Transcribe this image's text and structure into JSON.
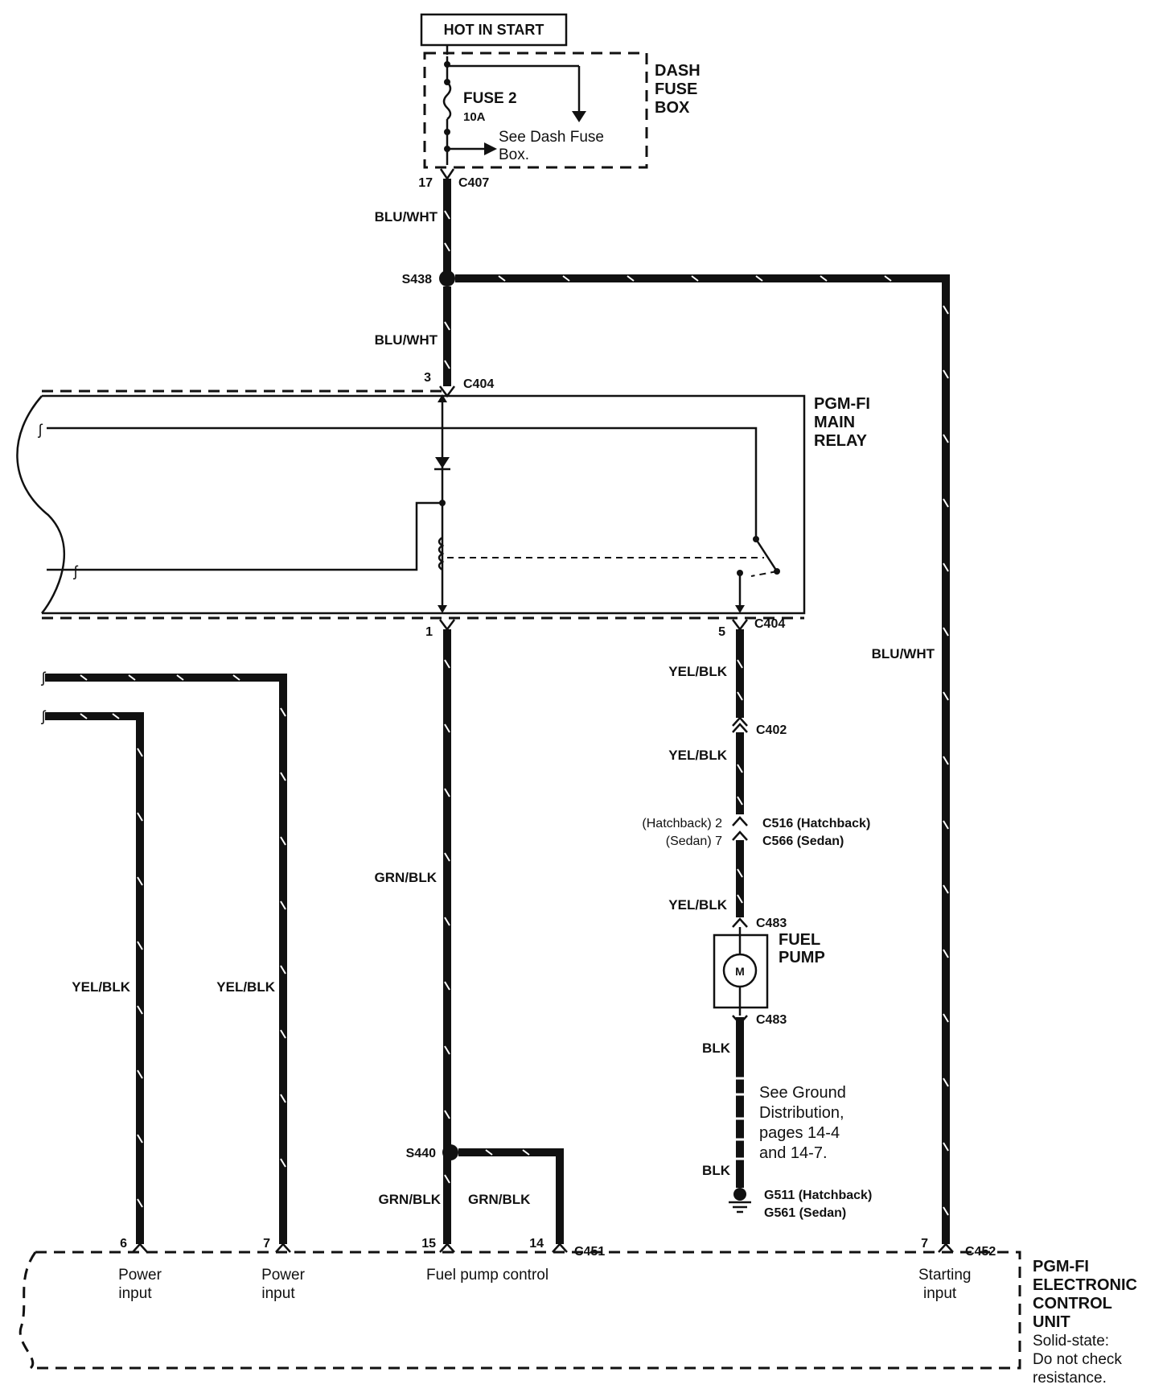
{
  "hot_in_start": "HOT IN START",
  "dash_fuse_box": {
    "line1": "DASH",
    "line2": "FUSE",
    "line3": "BOX"
  },
  "fuse": {
    "name": "FUSE 2",
    "rating": "10A",
    "see_line1": "See Dash Fuse",
    "see_line2": "Box."
  },
  "connectors": {
    "c407": "C407",
    "c407_pin": "17",
    "s438": "S438",
    "c404_top": "C404",
    "c404_top_pin": "3",
    "c404_bl": "1",
    "c404_br": "C404",
    "c404_br_pin": "5",
    "c402": "C402",
    "hatch_pin": "(Hatchback) 2",
    "sedan_pin": "(Sedan) 7",
    "c516": "C516 (Hatchback)",
    "c566": "C566 (Sedan)",
    "c483_top": "C483",
    "c483_bot": "C483",
    "s440": "S440",
    "g511": "G511 (Hatchback)",
    "g561": "G561 (Sedan)",
    "pin6": "6",
    "pin7": "7",
    "pin15": "15",
    "pin14": "14",
    "c451": "C451",
    "pin7b": "7",
    "c452": "C452"
  },
  "wires": {
    "blu_wht_1": "BLU/WHT",
    "blu_wht_2": "BLU/WHT",
    "blu_wht_right": "BLU/WHT",
    "yel_blk_1": "YEL/BLK",
    "yel_blk_2": "YEL/BLK",
    "yel_blk_3": "YEL/BLK",
    "yel_blk_left1": "YEL/BLK",
    "yel_blk_left2": "YEL/BLK",
    "grn_blk_main": "GRN/BLK",
    "grn_blk_a": "GRN/BLK",
    "grn_blk_b": "GRN/BLK",
    "blk_1": "BLK",
    "blk_2": "BLK"
  },
  "relay": {
    "line1": "PGM-FI",
    "line2": "MAIN",
    "line3": "RELAY"
  },
  "fuel_pump": {
    "line1": "FUEL",
    "line2": "PUMP",
    "motor": "M"
  },
  "ground_note": {
    "line1": "See Ground",
    "line2": "Distribution,",
    "line3": "pages 14-4",
    "line4": "and 14-7."
  },
  "ecu": {
    "line1": "PGM-FI",
    "line2": "ELECTRONIC",
    "line3": "CONTROL",
    "line4": "UNIT",
    "note1": "Solid-state:",
    "note2": "Do not check",
    "note3": "resistance."
  },
  "ecu_inputs": {
    "power1_a": "Power",
    "power1_b": "input",
    "power2_a": "Power",
    "power2_b": "input",
    "fuel_pump_control": "Fuel pump control",
    "starting_a": "Starting",
    "starting_b": "input"
  }
}
